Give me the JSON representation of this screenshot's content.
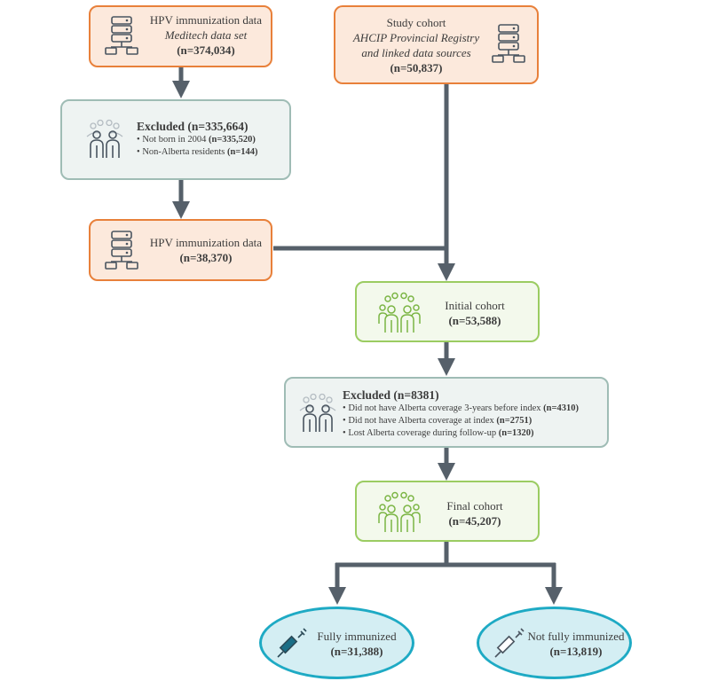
{
  "boxes": {
    "hpv_top": {
      "title": "HPV immunization data",
      "subtitle": "Meditech data set",
      "n": "(n=374,034)"
    },
    "study": {
      "title": "Study cohort",
      "line1": "AHCIP Provincial Registry",
      "line2": "and linked data sources",
      "n": "(n=50,837)"
    },
    "excluded1": {
      "title": "Excluded (n=335,664)",
      "items": [
        {
          "text": "Not born in 2004 ",
          "n": "(n=335,520)"
        },
        {
          "text": "Non-Alberta residents ",
          "n": "(n=144)"
        }
      ]
    },
    "hpv_mid": {
      "title": "HPV immunization data",
      "n": "(n=38,370)"
    },
    "initial": {
      "title": "Initial cohort",
      "n": "(n=53,588)"
    },
    "excluded2": {
      "title": "Excluded (n=8381)",
      "items": [
        {
          "text": "Did not have Alberta coverage 3-years before index ",
          "n": "(n=4310)"
        },
        {
          "text": "Did not have Alberta coverage at index ",
          "n": "(n=2751)"
        },
        {
          "text": "Lost Alberta coverage during follow-up ",
          "n": "(n=1320)"
        }
      ]
    },
    "final": {
      "title": "Final cohort",
      "n": "(n=45,207)"
    },
    "fully": {
      "title": "Fully immunized",
      "n": "(n=31,388)"
    },
    "not_fully": {
      "title": "Not fully immunized",
      "n": "(n=13,819)"
    }
  },
  "bullet": "•",
  "icons": {
    "database": "database-server-icon",
    "people_gray": "people-group-icon",
    "people_green": "people-group-icon",
    "syringe": "syringe-icon"
  },
  "colors": {
    "arrow": "#56606a",
    "orange_border": "#e8803a",
    "orange_fill": "#fce9dc",
    "gray_border": "#9fbcb5",
    "gray_fill": "#eef3f2",
    "green_border": "#9bcc62",
    "green_fill": "#f3f9ec",
    "oval_border": "#1eaac4",
    "oval_fill": "#d4eef3"
  }
}
